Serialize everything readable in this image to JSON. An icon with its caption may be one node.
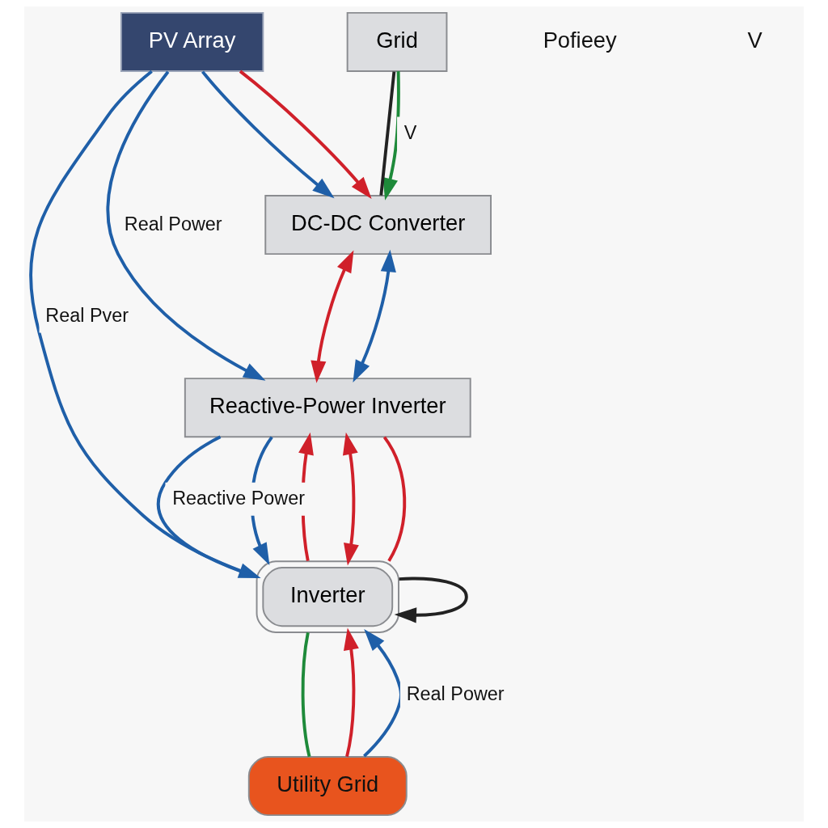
{
  "diagram": {
    "nodes": [
      {
        "text": [
          "PV Array"
        ]
      },
      {
        "text": [
          "DC-DC Converter"
        ]
      },
      {
        "text": [
          "Grid"
        ]
      },
      {
        "text": [
          "Reactive-Power Inverter"
        ]
      },
      {
        "text": [
          "Inverter"
        ]
      },
      {
        "text": [
          "Utility Grid"
        ]
      }
    ],
    "edges": [
      {
        "from": 0,
        "to": 1,
        "arrow": "to",
        "color": "#1f5fa8"
      },
      {
        "from": 0,
        "to": 1,
        "arrow": "to",
        "color": "#d0202a"
      },
      {
        "from": 2,
        "to": 1,
        "arrow": "to",
        "label": "V",
        "color": "#1e8a3a"
      },
      {
        "from": 2,
        "to": 1,
        "arrow": "none",
        "color": "#222222"
      },
      {
        "from": 1,
        "to": 3,
        "arrow": "both",
        "color": "#d0202a"
      },
      {
        "from": 1,
        "to": 3,
        "arrow": "both",
        "color": "#1f5fa8"
      },
      {
        "from": 0,
        "to": 3,
        "arrow": "to",
        "label": "Real Power",
        "color": "#1f5fa8"
      },
      {
        "from": 0,
        "to": 4,
        "arrow": "to",
        "label": "Real Pver",
        "color": "#1f5fa8"
      },
      {
        "from": 4,
        "to": 3,
        "arrow": "to",
        "color": "#d0202a"
      },
      {
        "from": 3,
        "to": 4,
        "arrow": "to",
        "color": "#1f5fa8"
      },
      {
        "from": 4,
        "to": 3,
        "arrow": "both",
        "color": "#d0202a"
      },
      {
        "from": 4,
        "to": 3,
        "arrow": "none",
        "color": "#d0202a"
      },
      {
        "from": 4,
        "to": 3,
        "arrow": "none",
        "label": "Reactive Power",
        "color": "#1f5fa8"
      },
      {
        "from": 4,
        "to": 4,
        "arrow": "to",
        "color": "#222222"
      },
      {
        "from": 5,
        "to": 4,
        "arrow": "to",
        "label": "Real Power",
        "color": "#1f5fa8"
      },
      {
        "from": 4,
        "to": 5,
        "arrow": "none",
        "color": "#1e8a3a"
      },
      {
        "from": 5,
        "to": 4,
        "arrow": "to",
        "color": "#d0202a"
      }
    ],
    "labels": [
      "Pofieey",
      "V"
    ]
  }
}
